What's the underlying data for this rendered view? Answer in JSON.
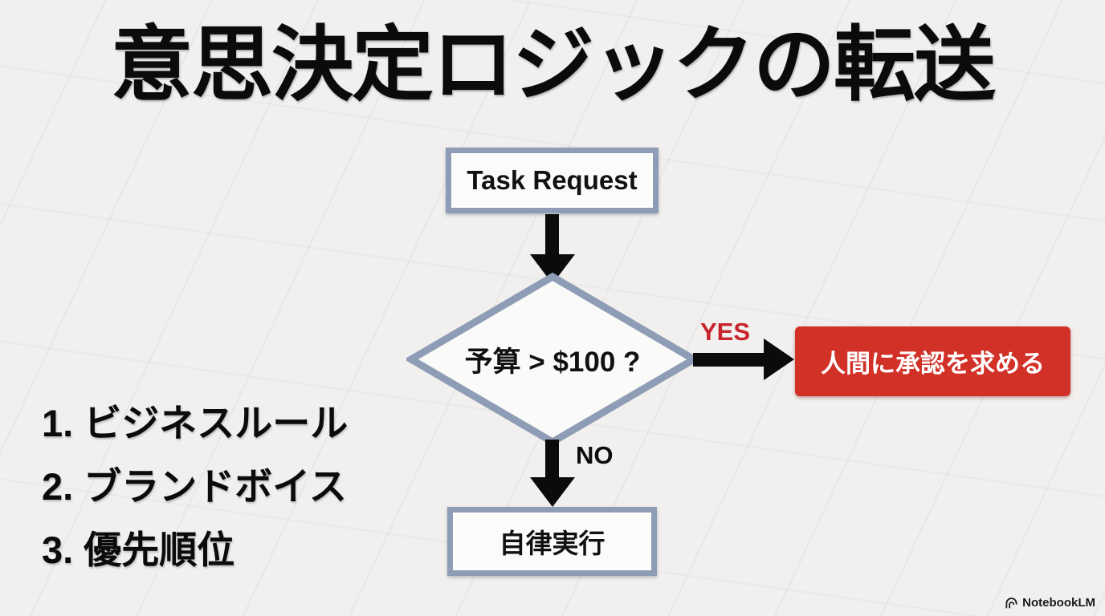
{
  "slide": {
    "title": "意思決定ロジックの転送",
    "list": [
      {
        "label": "1. ビジネスルール"
      },
      {
        "label": "2. ブランドボイス"
      },
      {
        "label": "3. 優先順位"
      }
    ],
    "flowchart": {
      "start_box": "Task Request",
      "decision": "予算 > $100 ?",
      "yes_label": "YES",
      "no_label": "NO",
      "yes_box": "人間に承認を求める",
      "no_box": "自律実行"
    },
    "watermark": "NotebookLM",
    "colors": {
      "background": "#f1f0ee",
      "node_border": "#8e9db5",
      "node_fill": "#fbfbfa",
      "accent_red": "#d23128",
      "yes_label_red": "#c9232b",
      "arrow_black": "#0b0b0b",
      "text_black": "#111111",
      "box_text_white": "#ffffff"
    }
  }
}
